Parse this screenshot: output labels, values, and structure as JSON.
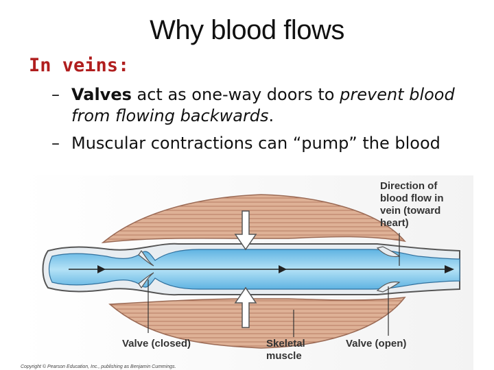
{
  "slide": {
    "title": "Why blood flows",
    "heading": "In veins:",
    "bullets": [
      {
        "dash": "–",
        "bold": "Valves",
        "text1": " act as one-way doors to ",
        "italic": "prevent blood from flowing backwards",
        "text2": "."
      },
      {
        "dash": "–",
        "text": "Muscular contractions can “pump” the blood"
      }
    ]
  },
  "diagram": {
    "labels": {
      "direction_1": "Direction of",
      "direction_2": "blood flow in",
      "direction_3": "vein (toward",
      "direction_4": "heart)",
      "valve_closed": "Valve (closed)",
      "skeletal_1": "Skeletal",
      "skeletal_2": "muscle",
      "valve_open": "Valve (open)"
    },
    "credit": "Copyright © Pearson Education, Inc., publishing as Benjamin Cummings.",
    "colors": {
      "muscle": "#d9a88a",
      "muscle_stripe": "#a8705a",
      "vein": "#8fd0ee",
      "vein_dark": "#2f8fc8",
      "wall": "#e9eef2"
    }
  }
}
